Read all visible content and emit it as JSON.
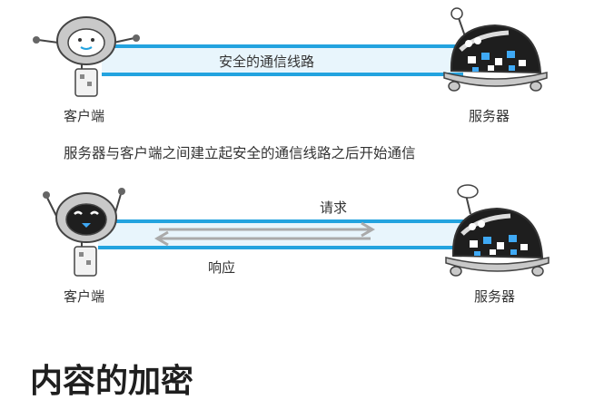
{
  "top_diagram": {
    "channel_label": "安全的通信线路",
    "client_label": "客户端",
    "server_label": "服务器",
    "caption": "服务器与客户端之间建立起安全的通信线路之后开始通信"
  },
  "bottom_diagram": {
    "request_label": "请求",
    "response_label": "响应",
    "client_label": "客户端",
    "server_label": "服务器"
  },
  "section_heading": "内容的加密",
  "colors": {
    "channel_blue": "#23a3df",
    "channel_light": "#e8f5fc",
    "arrow_gray": "#aaaaaa",
    "robot_gray": "#c9c9c9",
    "server_dark": "#1e1e1e",
    "pixel_blue": "#3fa9f5"
  }
}
